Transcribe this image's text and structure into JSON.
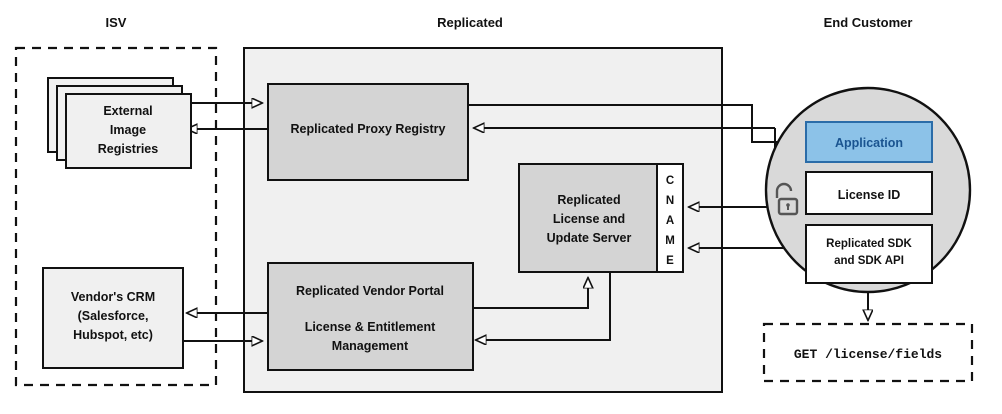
{
  "diagram": {
    "title_bar": {
      "isv": "ISV",
      "replicated": "Replicated",
      "end_customer": "End Customer"
    },
    "isv_zone": {
      "label": "ISV",
      "nodes": [
        {
          "id": "external-image-registries",
          "label_lines": [
            "External",
            "Image",
            "Registries"
          ],
          "style": "stacked"
        },
        {
          "id": "vendors-crm",
          "label_lines": [
            "Vendor's CRM",
            "(Salesforce,",
            "Hubspot, etc)"
          ],
          "style": "plain"
        }
      ]
    },
    "replicated_zone": {
      "label": "Replicated",
      "nodes": [
        {
          "id": "replicated-proxy-registry",
          "label_lines": [
            "Replicated Proxy Registry"
          ]
        },
        {
          "id": "replicated-license-and-update-server",
          "label_lines": [
            "Replicated",
            "License and",
            "Update Server"
          ]
        },
        {
          "id": "cname-tag",
          "label_letters": [
            "C",
            "N",
            "A",
            "M",
            "E"
          ]
        },
        {
          "id": "replicated-vendor-portal",
          "label_lines": [
            "Replicated Vendor Portal",
            "",
            "License & Entitlement",
            "Management"
          ]
        }
      ]
    },
    "end_customer_zone": {
      "label": "End Customer",
      "nodes": [
        {
          "id": "application",
          "label": "Application",
          "accent": "#8cc2e8"
        },
        {
          "id": "license-id",
          "label": "License ID"
        },
        {
          "id": "replicated-sdk",
          "label_lines": [
            "Replicated SDK",
            "and SDK API"
          ]
        }
      ],
      "icons": [
        {
          "id": "unlocked-padlock-icon",
          "name": "unlock-icon"
        }
      ],
      "api_call": {
        "id": "api-call-box",
        "label": "GET /license/fields"
      }
    },
    "colors": {
      "grey_fill": "#d4d4d4",
      "light_fill": "#f0f0f0",
      "container_fill": "#f0f0f0",
      "circle_fill": "#d9d9d9",
      "app_fill": "#8cc2e8",
      "app_stroke": "#2b6ca8",
      "app_text": "#1a5490",
      "stroke": "#111111",
      "lock_stroke": "#555555"
    }
  }
}
